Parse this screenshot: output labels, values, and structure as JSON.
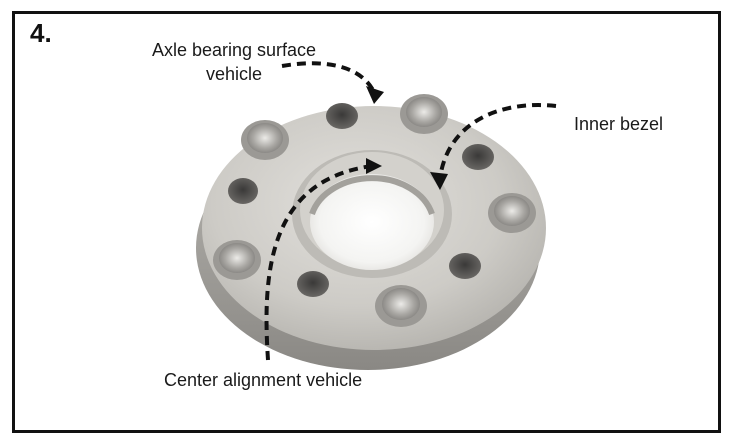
{
  "step": {
    "number": "4."
  },
  "callouts": {
    "axle_bearing": {
      "line1": "Axle bearing surface",
      "line2": "vehicle"
    },
    "inner_bezel": "Inner bezel",
    "center_alignment": "Center alignment vehicle"
  },
  "colors": {
    "frame": "#111111",
    "part_surface": "#c9c7c2",
    "part_shadow": "#8f8d89",
    "arrow": "#111111",
    "background": "#ffffff"
  },
  "icons": {
    "part": "wheel-spacer-photo"
  }
}
